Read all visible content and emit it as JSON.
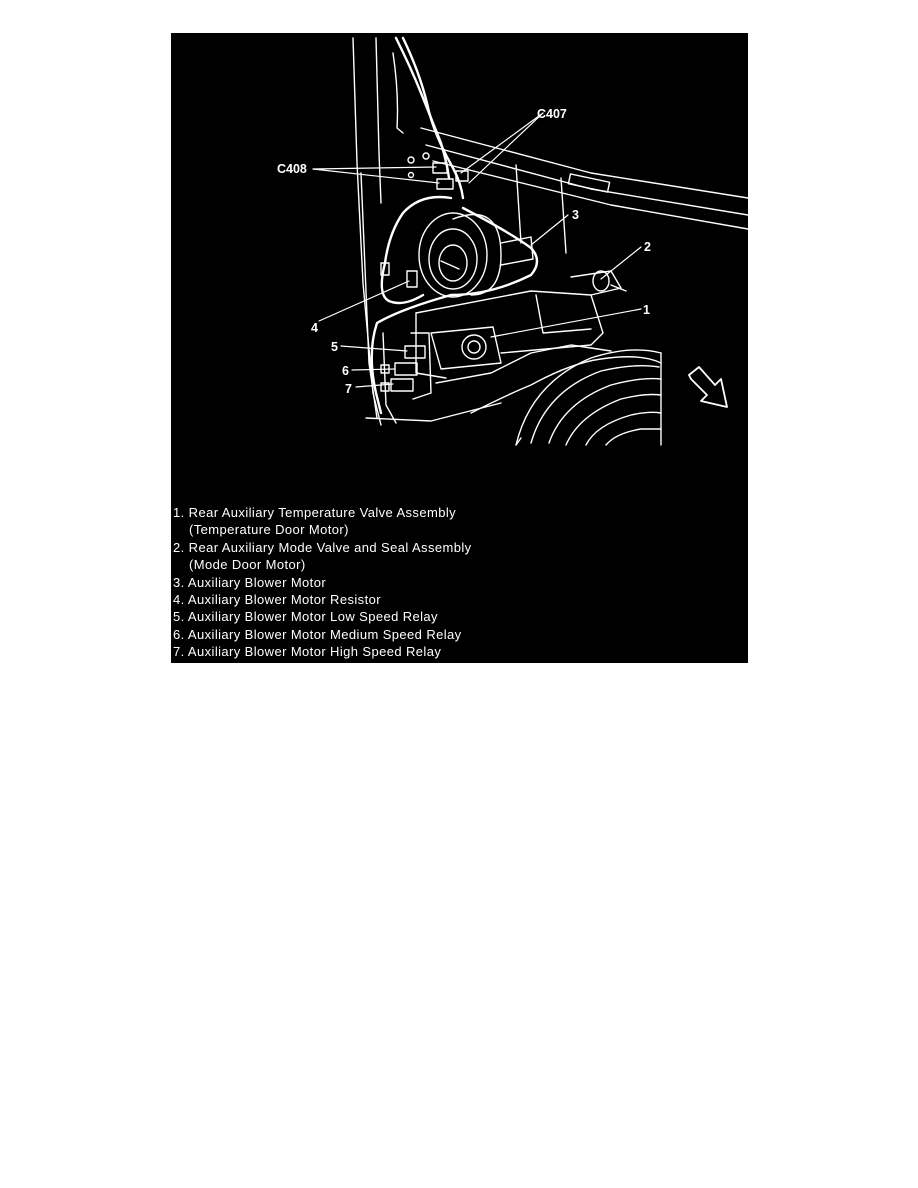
{
  "figure": {
    "callouts": {
      "c407": "C407",
      "c408": "C408",
      "n1": "1",
      "n2": "2",
      "n3": "3",
      "n4": "4",
      "n5": "5",
      "n6": "6",
      "n7": "7"
    },
    "colors": {
      "background": "#000000",
      "linework": "#ffffff"
    },
    "legend": [
      {
        "line": "1. Rear Auxiliary Temperature Valve Assembly",
        "cont": "(Temperature Door Motor)"
      },
      {
        "line": "2. Rear Auxiliary Mode Valve and Seal Assembly",
        "cont": "(Mode Door Motor)"
      },
      {
        "line": "3. Auxiliary Blower Motor"
      },
      {
        "line": "4. Auxiliary Blower Motor Resistor"
      },
      {
        "line": "5. Auxiliary Blower Motor Low Speed Relay"
      },
      {
        "line": "6. Auxiliary Blower Motor Medium Speed Relay"
      },
      {
        "line": "7. Auxiliary Blower Motor High Speed Relay"
      }
    ]
  }
}
